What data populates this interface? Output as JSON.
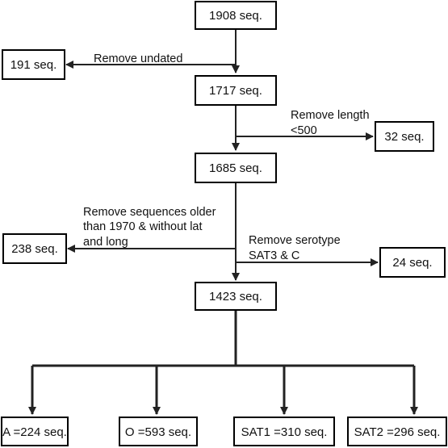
{
  "boxes": {
    "b1908": "1908 seq.",
    "b191": "191 seq.",
    "b1717": "1717 seq.",
    "b32": "32 seq.",
    "b1685": "1685 seq.",
    "b238": "238 seq.",
    "b24": "24 seq.",
    "b1423": "1423 seq.",
    "bA": "A =224 seq.",
    "bO": "O =593 seq.",
    "bSAT1": "SAT1 =310 seq.",
    "bSAT2": "SAT2 =296 seq."
  },
  "notes": {
    "undated": "Remove undated",
    "length_1": "Remove length",
    "length_2": "<500",
    "older_1": "Remove sequences older",
    "older_2": "than 1970 & without lat",
    "older_3": "and long",
    "serotype_1": "Remove serotype",
    "serotype_2": "SAT3 & C"
  }
}
